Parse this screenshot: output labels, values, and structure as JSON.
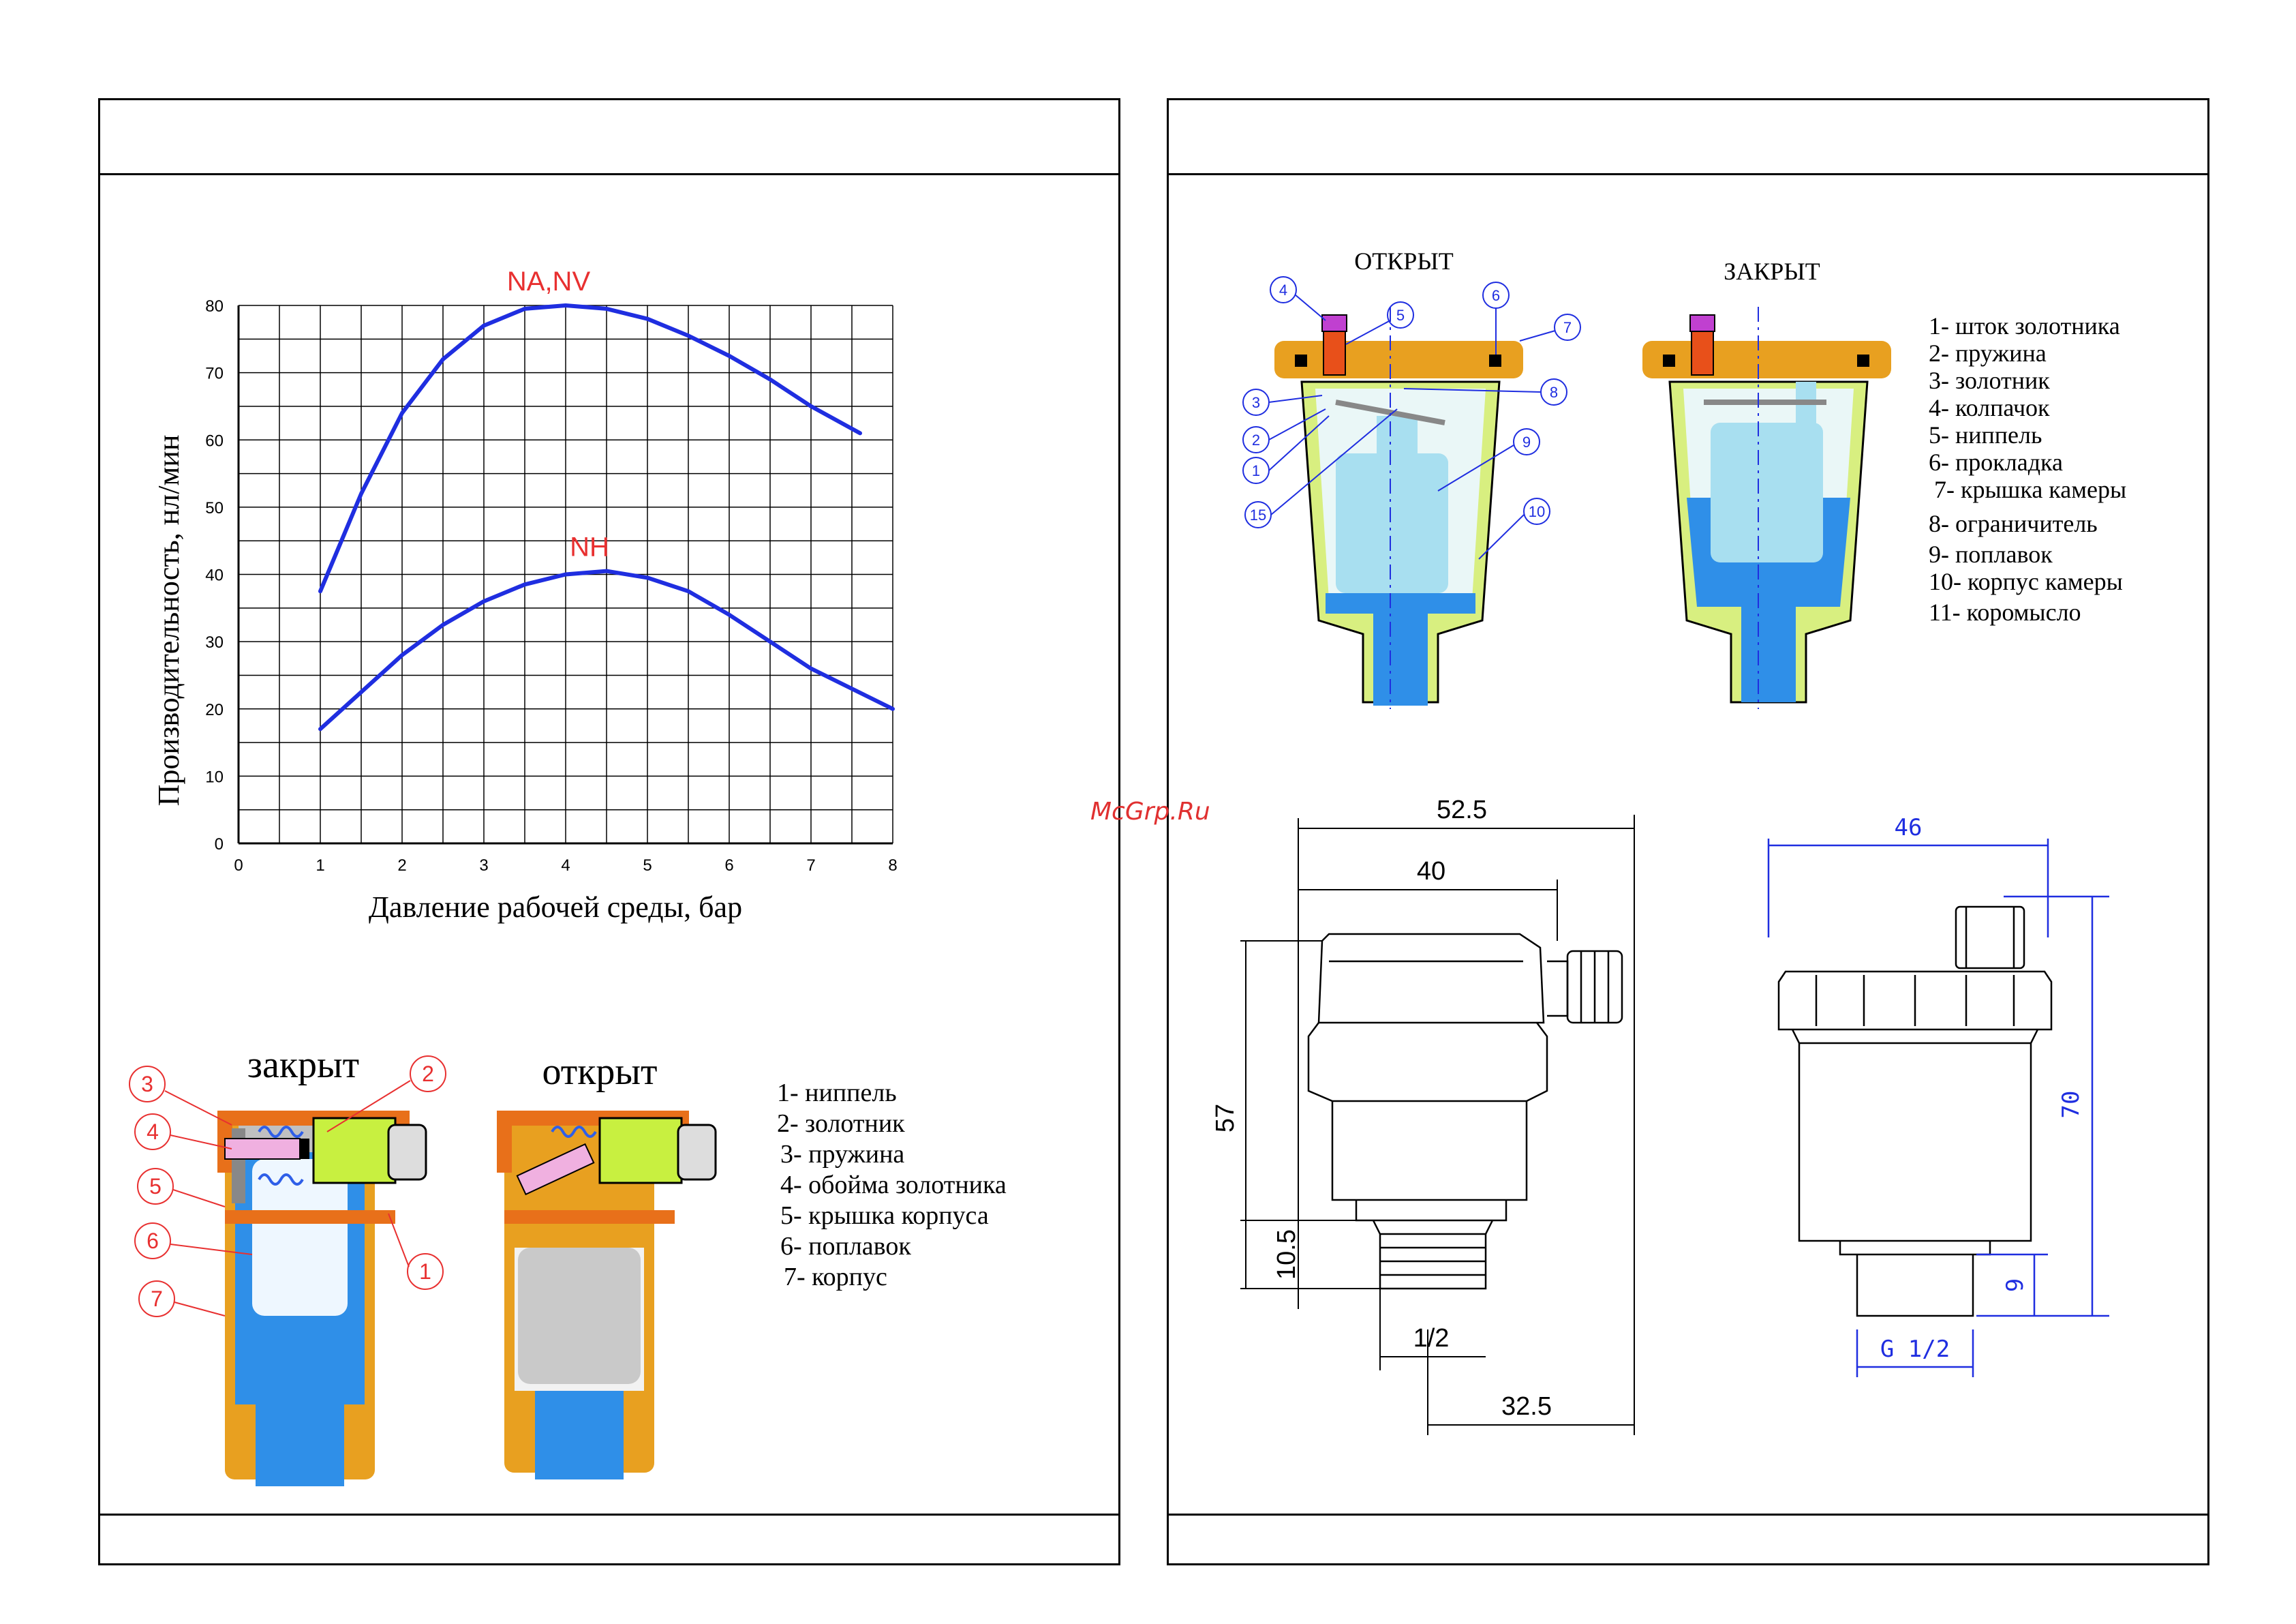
{
  "colors": {
    "curve": "#1f2ee0",
    "curve_label": "#e83030",
    "callout": "#e83030",
    "callout_blue": "#1f2ee0",
    "water": "#2f8fe8",
    "brass": "#e8a020",
    "body_green": "#d8ef80",
    "dimension_blue": "#1f2ee0"
  },
  "chart_data": {
    "type": "line",
    "xlabel": "Давление рабочей среды, бар",
    "ylabel": "Производительность, нл/мин",
    "xlim": [
      0,
      8
    ],
    "ylim": [
      0,
      80
    ],
    "x_ticks": [
      "0",
      "1",
      "2",
      "3",
      "4",
      "5",
      "6",
      "7",
      "8"
    ],
    "y_ticks": [
      "0",
      "10",
      "20",
      "30",
      "40",
      "50",
      "60",
      "70",
      "80"
    ],
    "grid": true,
    "series": [
      {
        "name": "NA,NV",
        "x": [
          1,
          1.5,
          2,
          2.5,
          3,
          3.5,
          4,
          4.5,
          5,
          5.5,
          6,
          6.5,
          7,
          7.6
        ],
        "y": [
          37.5,
          52,
          64,
          72,
          77,
          79.5,
          80,
          79.5,
          78,
          75.5,
          72.5,
          69,
          65,
          61
        ]
      },
      {
        "name": "NH",
        "x": [
          1,
          1.5,
          2,
          2.5,
          3,
          3.5,
          4,
          4.5,
          5,
          5.5,
          6,
          6.5,
          7,
          7.5,
          8
        ],
        "y": [
          17,
          22.5,
          28,
          32.5,
          36,
          38.5,
          40,
          40.5,
          39.5,
          37.5,
          34,
          30,
          26,
          23,
          20
        ]
      }
    ]
  },
  "left_cutaway": {
    "state_closed": "закрыт",
    "state_open": "открыт",
    "callouts": [
      "3",
      "4",
      "5",
      "6",
      "7",
      "2",
      "1"
    ],
    "legend": [
      "1- ниппель",
      "2- золотник",
      "3- пружина",
      "4- обойма золотника",
      "5- крышка корпуса",
      "6- поплавок",
      "7- корпус"
    ]
  },
  "right_cutaway": {
    "state_open": "ОТКРЫТ",
    "state_closed": "ЗАКРЫТ",
    "callouts": [
      "4",
      "5",
      "6",
      "7",
      "8",
      "3",
      "2",
      "1",
      "15",
      "9",
      "10"
    ],
    "legend": [
      "1- шток золотника",
      "2- пружина",
      "3- золотник",
      "4- колпачок",
      "5- ниппель",
      "6- прокладка",
      "7- крышка камеры",
      "8- ограничитель",
      "9- поплавок",
      "10- корпус камеры",
      "11- коромысло"
    ]
  },
  "dimensions_left": {
    "overall_width": "52.5",
    "body_width": "40",
    "height": "57",
    "thread_height": "10.5",
    "thread": "1/2",
    "axis_offset": "32.5"
  },
  "dimensions_right": {
    "width": "46",
    "height": "70",
    "thread_height": "9",
    "thread": "G 1/2"
  },
  "watermark": "McGrp.Ru"
}
